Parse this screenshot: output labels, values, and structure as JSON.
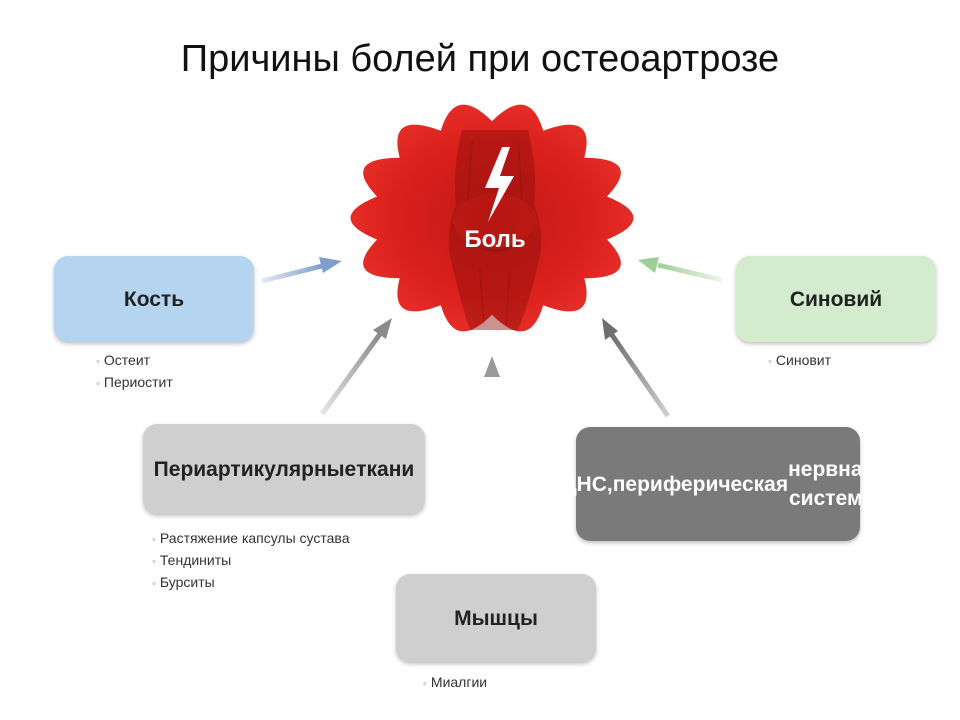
{
  "title": "Причины болей при остеоартрозе",
  "center": {
    "label": "Боль",
    "icon": "lightning-icon",
    "color": "#e0201e"
  },
  "sources": [
    {
      "id": "bone",
      "label_lines": [
        "Кость"
      ],
      "color": "#b4d4f0",
      "text_color": "#222222",
      "bullets": [
        "Остеит",
        "Периостит"
      ]
    },
    {
      "id": "synovium",
      "label_lines": [
        "Синовий"
      ],
      "color": "#d4ecce",
      "text_color": "#222222",
      "bullets": [
        "Синовит"
      ]
    },
    {
      "id": "periarticular",
      "label_lines": [
        "Периартикулярные",
        "ткани"
      ],
      "color": "#cfcfcf",
      "text_color": "#222222",
      "bullets": [
        "Растяжение капсулы сустава",
        "Тендиниты",
        "Бурситы"
      ]
    },
    {
      "id": "cns",
      "label_lines": [
        "ЦНС,",
        "периферическая",
        "нервная система"
      ],
      "color": "#7a7a7a",
      "text_color": "#ffffff",
      "bullets": []
    },
    {
      "id": "muscles",
      "label_lines": [
        "Мышцы"
      ],
      "color": "#cfcfcf",
      "text_color": "#222222",
      "bullets": [
        "Миалгии"
      ]
    }
  ]
}
